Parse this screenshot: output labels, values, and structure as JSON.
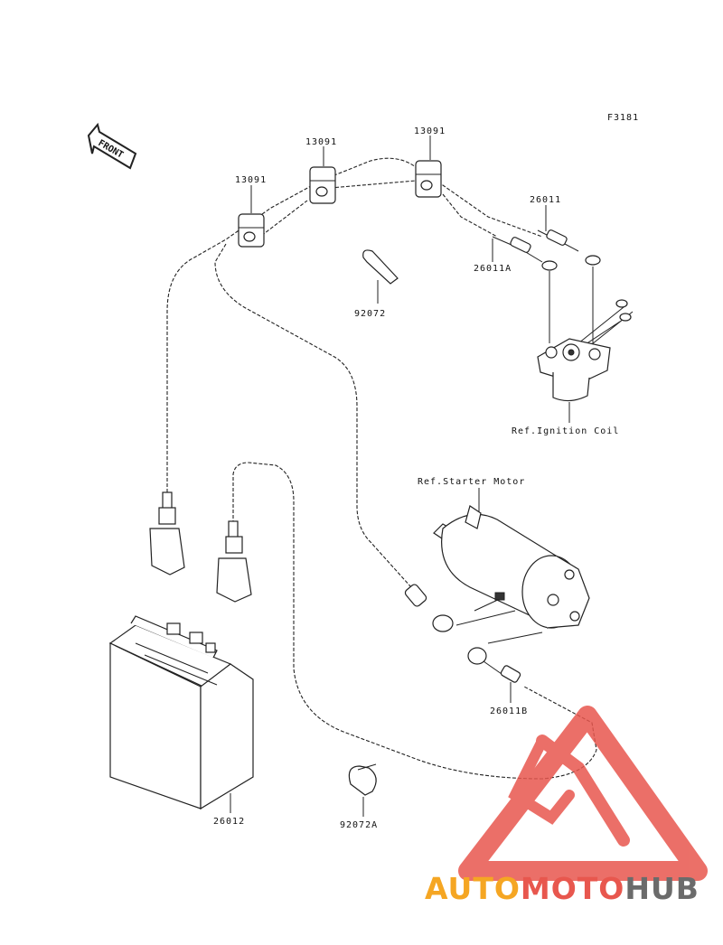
{
  "figure_code": "F3181",
  "front_arrow_label": "FRONT",
  "parts": {
    "clamp_left": "13091",
    "clamp_middle": "13091",
    "clamp_right": "13091",
    "cable_26011": "26011",
    "cable_26011a": "26011A",
    "band_92072": "92072",
    "cable_26011b": "26011B",
    "battery": "26012",
    "band_92072a": "92072A"
  },
  "references": {
    "ignition_coil": "Ref.Ignition Coil",
    "starter_motor": "Ref.Starter Motor"
  },
  "watermark": {
    "part1": "AUTO",
    "part2": "MOTO",
    "part3": "HUB",
    "color_orange": "#f5a623",
    "color_red": "#e8574e",
    "color_gray": "#6b6b6b"
  }
}
